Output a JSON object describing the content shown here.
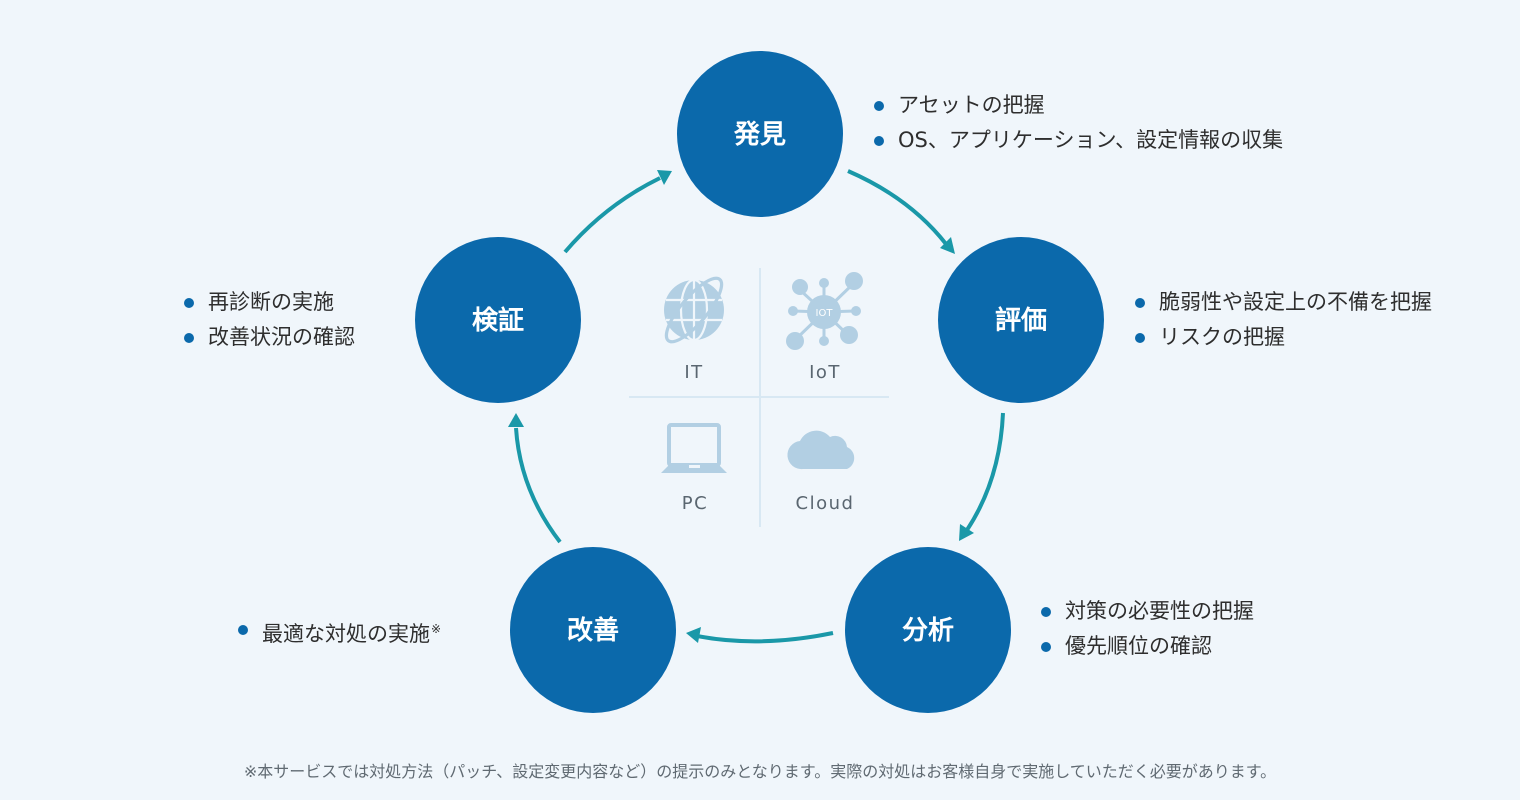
{
  "stages": [
    {
      "id": "discover",
      "label": "発見",
      "bullets": [
        "アセットの把握",
        "OS、アプリケーション、設定情報の収集"
      ],
      "note_mark": ""
    },
    {
      "id": "evaluate",
      "label": "評価",
      "bullets": [
        "脆弱性や設定上の不備を把握",
        "リスクの把握"
      ],
      "note_mark": ""
    },
    {
      "id": "analyze",
      "label": "分析",
      "bullets": [
        "対策の必要性の把握",
        "優先順位の確認"
      ],
      "note_mark": ""
    },
    {
      "id": "improve",
      "label": "改善",
      "bullets": [
        "最適な対処の実施"
      ],
      "note_mark": "※"
    },
    {
      "id": "verify",
      "label": "検証",
      "bullets": [
        "再診断の実施",
        "改善状況の確認"
      ],
      "note_mark": ""
    }
  ],
  "cycle_direction": "clockwise",
  "center_targets": [
    {
      "icon": "globe-icon",
      "label": "IT"
    },
    {
      "icon": "iot-network-icon",
      "label": "IoT",
      "badge": "IOT"
    },
    {
      "icon": "laptop-icon",
      "label": "PC"
    },
    {
      "icon": "cloud-icon",
      "label": "Cloud"
    }
  ],
  "footnote": "※本サービスでは対処方法（パッチ、設定変更内容など）の提示のみとなります。実際の対処はお客様自身で実施していただく必要があります。",
  "colors": {
    "background": "#f0f6fb",
    "stage_circle": "#0b69ab",
    "arrow": "#1a98a8",
    "icon": "#b2cfe3",
    "bullet": "#0b69ab"
  }
}
